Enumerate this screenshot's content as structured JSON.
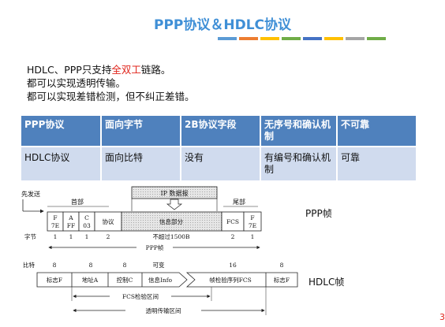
{
  "title": "PPP协议＆HDLC协议",
  "accent_colors": [
    "#5b9bd5",
    "#ed7d31",
    "#ffc000",
    "#70ad47",
    "#4472c4",
    "#ffc000",
    "#a5a5a5",
    "#70ad47"
  ],
  "intro": {
    "line1_prefix": "HDLC、PPP只支持",
    "line1_highlight": "全双工",
    "line1_suffix": "链路。",
    "line2": "都可以实现透明传输。",
    "line3": "都可以实现差错检测，但不纠正差错。"
  },
  "table": {
    "headers": [
      "PPP协议",
      "面向字节",
      "2B协议字段",
      "无序号和确认机制",
      "不可靠"
    ],
    "row": [
      "HDLC协议",
      "面向比特",
      "没有",
      "有编号和确认机制",
      "可靠"
    ]
  },
  "ppp_frame": {
    "label": "PPP帧",
    "send_first": "先发送",
    "ip_datagram": "IP 数据报",
    "header": "首部",
    "trailer": "尾部",
    "fields": [
      "F\n7E",
      "A\nFF",
      "C\n03",
      "协议",
      "信息部分",
      "FCS",
      "F\n7E"
    ],
    "bytes_label": "字节",
    "bytes": [
      "1",
      "1",
      "1",
      "2",
      "不超过1500B",
      "2",
      "1"
    ],
    "frame_label": "PPP帧"
  },
  "hdlc_frame": {
    "label": "HDLC帧",
    "bits_label": "比特",
    "bits": [
      "8",
      "8",
      "8",
      "可变",
      "16",
      "8"
    ],
    "fields": [
      "标志F",
      "地址A",
      "控制C",
      "信息Info",
      "帧检验序列FCS",
      "标志F"
    ],
    "fcs_range": "FCS检验区间",
    "transparent_range": "透明传输区间"
  },
  "page_mark": "3"
}
